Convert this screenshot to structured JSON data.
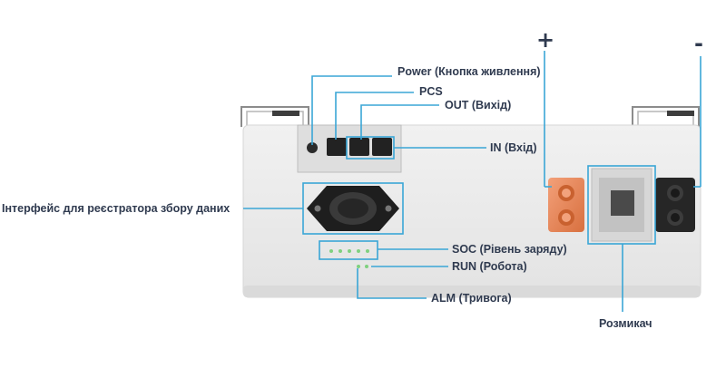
{
  "labels": {
    "power": "Power (Кнопка живлення)",
    "pcs": "PCS",
    "out": "OUT (Вихід)",
    "in": "IN (Вхід)",
    "logger": "Інтерфейс для реєстратора збору даних",
    "soc": "SOC (Рівень заряду)",
    "run": "RUN (Робота)",
    "alm": "ALM (Тривога)",
    "breaker": "Розмикач",
    "plus": "+",
    "minus": "-"
  },
  "colors": {
    "callout_line": "#3aa6d6",
    "label_text": "#2f3a4f",
    "positive_terminal": "#e8865a",
    "negative_terminal": "#2a2a2a",
    "led": "#7fd17f",
    "housing": "#ececec"
  },
  "icons": [
    "power-button-icon",
    "rj45-port-icon",
    "round-connector-icon",
    "led-icon",
    "breaker-switch-icon",
    "terminal-icon"
  ]
}
